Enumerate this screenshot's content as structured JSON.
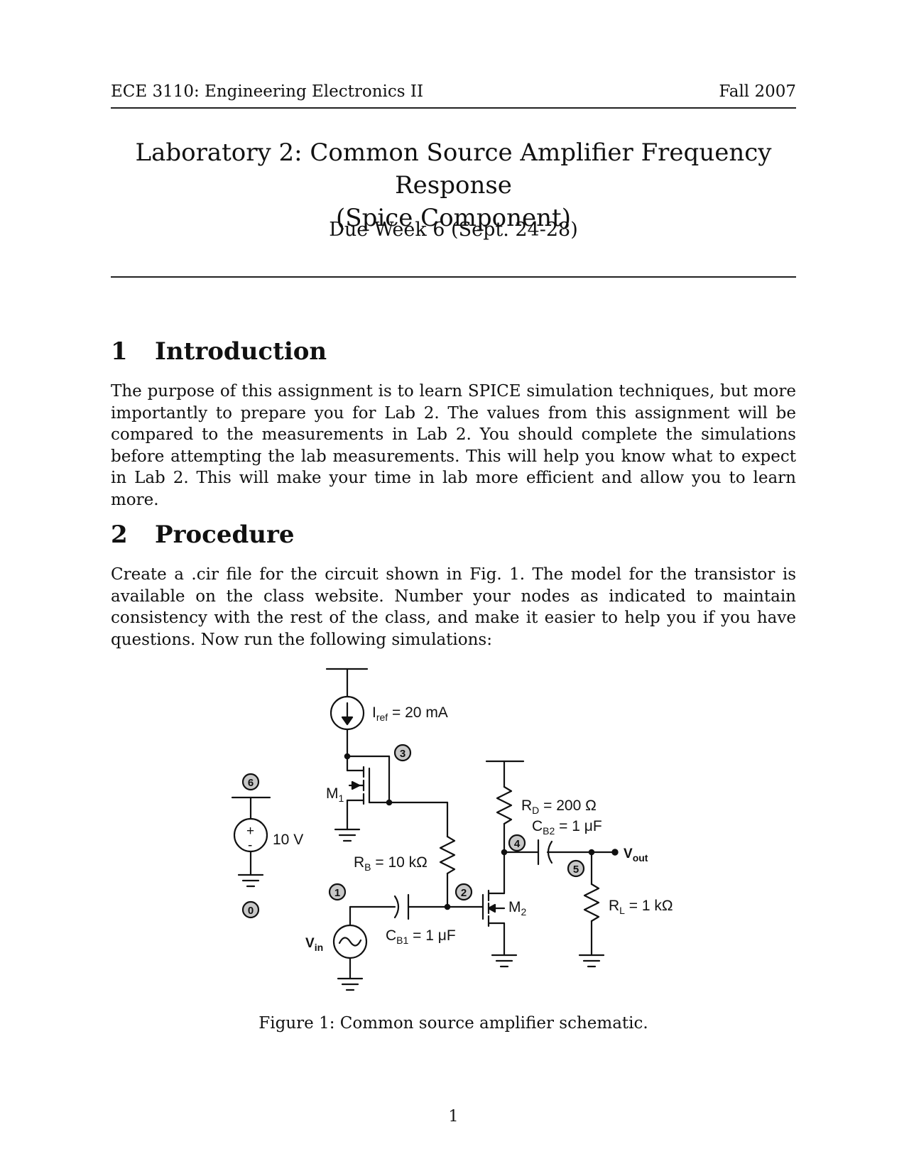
{
  "header": {
    "course": "ECE 3110: Engineering Electronics II",
    "term": "Fall 2007"
  },
  "title": {
    "line1": "Laboratory 2: Common Source Amplifier Frequency Response",
    "line2": "(Spice Component)"
  },
  "due": "Due Week 6 (Sept. 24-28)",
  "sections": [
    {
      "number": "1",
      "heading": "Introduction",
      "body": "The purpose of this assignment is to learn SPICE simulation techniques, but more impor­tantly to prepare you for Lab 2. The values from this assignment will be compared to the measurements in Lab 2. You should complete the simulations before attempting the lab measurements. This will help you know what to expect in Lab 2. This will make your time in lab more efficient and allow you to learn more."
    },
    {
      "number": "2",
      "heading": "Procedure",
      "body": "Create a .cir file for the circuit shown in Fig. 1. The model for the transistor is available on the class website. Number your nodes as indicated to maintain consistency with the rest of the class, and make it easier to help you if you have questions. Now run the following simulations:"
    }
  ],
  "figure": {
    "caption": "Figure 1: Common source amplifier schematic.",
    "labels": {
      "iref": "I",
      "iref_sub": "ref",
      "iref_val": " = 20 mA",
      "m1": "M",
      "m1_sub": "1",
      "m2": "M",
      "m2_sub": "2",
      "rb": "R",
      "rb_sub": "B",
      "rb_val": " = 10 kΩ",
      "rd": "R",
      "rd_sub": "D",
      "rd_val": " = 200 Ω",
      "cb2": "C",
      "cb2_sub": "B2",
      "cb2_val": " = 1 μF",
      "cb1": "C",
      "cb1_sub": "B1",
      "cb1_val": " = 1 μF",
      "rl": "R",
      "rl_sub": "L",
      "rl_val": " = 1 kΩ",
      "vout": "V",
      "vout_sub": "out",
      "vin": "V",
      "vin_sub": "in",
      "vsrc": "10 V",
      "plus": "+",
      "minus": "-"
    },
    "nodes": [
      "0",
      "1",
      "2",
      "3",
      "4",
      "5",
      "6"
    ]
  },
  "page_number": "1"
}
